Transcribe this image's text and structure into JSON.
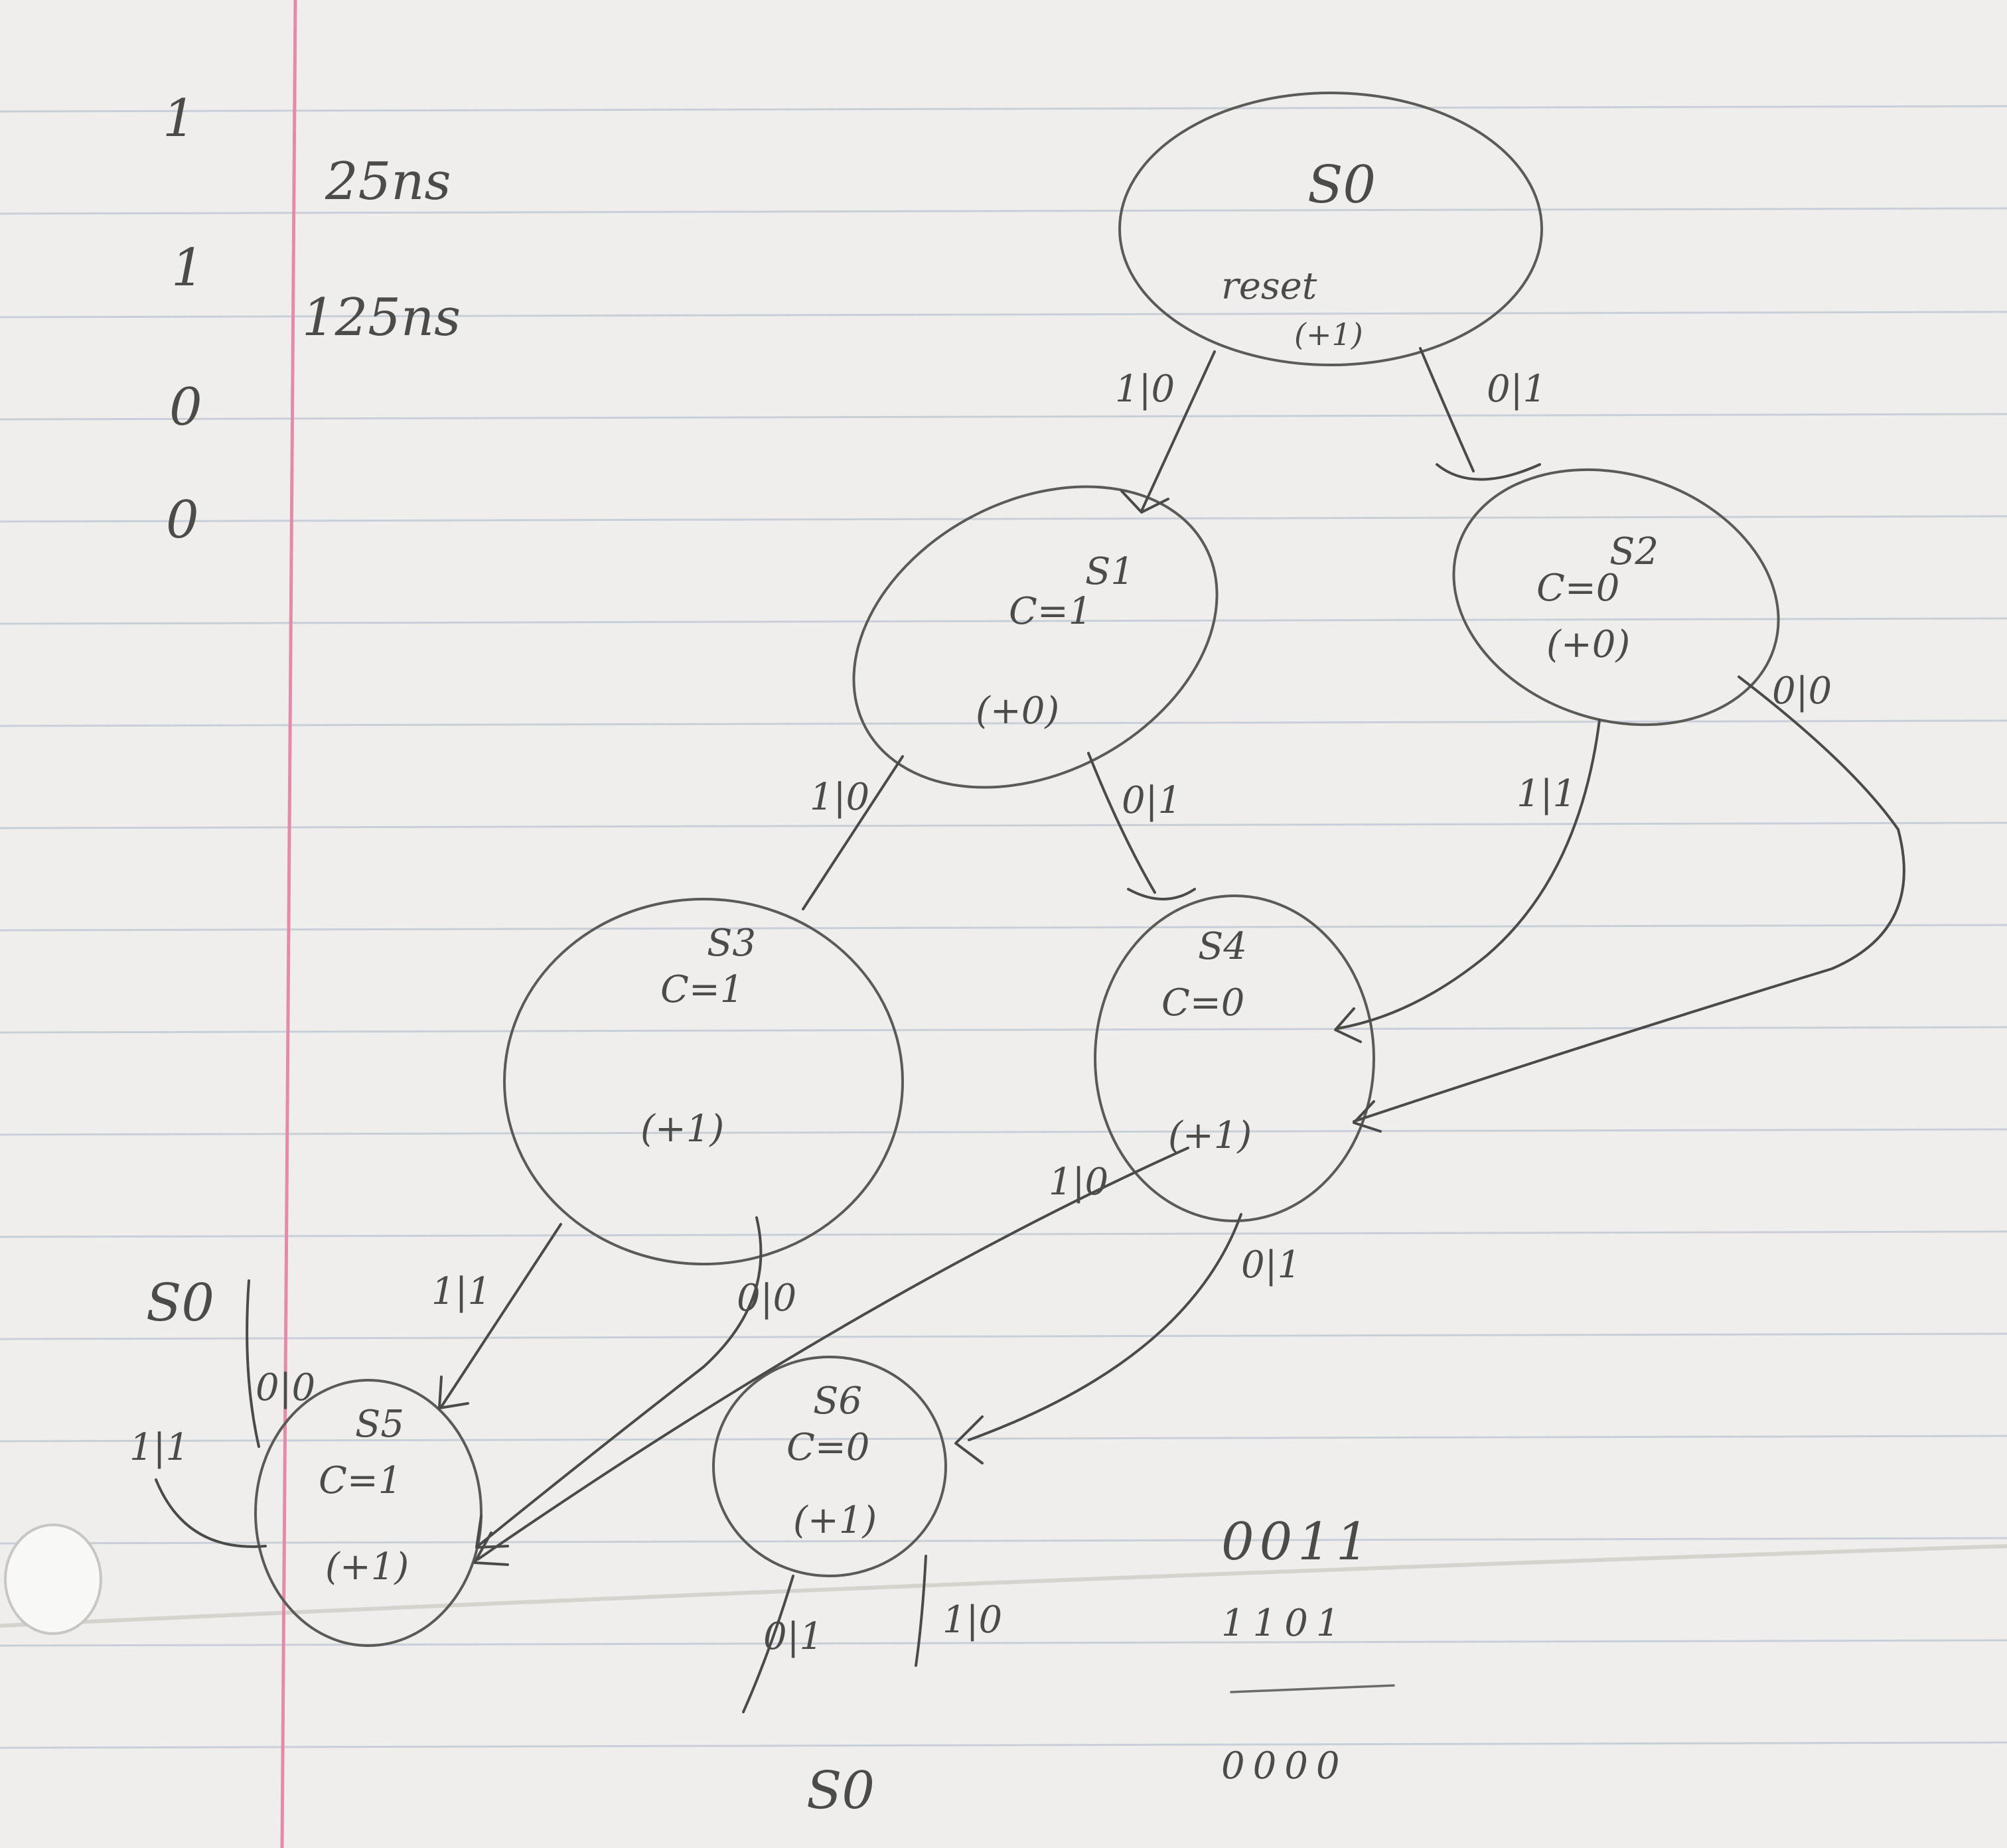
{
  "margin_notes": {
    "bits": [
      "1",
      "1",
      "0",
      "0"
    ],
    "times": [
      "25ns",
      "125ns"
    ]
  },
  "states": [
    {
      "id": "s0",
      "name": "S0",
      "lines": [
        "reset",
        "(+1)"
      ]
    },
    {
      "id": "s1",
      "name": "S1",
      "lines": [
        "C=1",
        "(+0)"
      ]
    },
    {
      "id": "s2",
      "name": "S2",
      "lines": [
        "C=0",
        "(+0)"
      ]
    },
    {
      "id": "s3",
      "name": "S3",
      "lines": [
        "C=1",
        "(+1)"
      ]
    },
    {
      "id": "s4",
      "name": "S4",
      "lines": [
        "C=0",
        "(+1)"
      ]
    },
    {
      "id": "s5",
      "name": "S5",
      "lines": [
        "C=1",
        "(+1)"
      ]
    },
    {
      "id": "s6",
      "name": "S6",
      "lines": [
        "C=0",
        "(+1)"
      ]
    }
  ],
  "transitions": [
    {
      "from": "s0",
      "to": "s1",
      "label": "1|0"
    },
    {
      "from": "s0",
      "to": "s2",
      "label": "0|1"
    },
    {
      "from": "s1",
      "to": "s3",
      "label": "1|0"
    },
    {
      "from": "s1",
      "to": "s4",
      "label": "0|1"
    },
    {
      "from": "s2",
      "to": "s4",
      "label": "1|1"
    },
    {
      "from": "s2",
      "to": "s4",
      "label": "0|0"
    },
    {
      "from": "s3",
      "to": "s5",
      "label": "1|1"
    },
    {
      "from": "s3",
      "to": "s5",
      "label": "0|0"
    },
    {
      "from": "s4",
      "to": "s5",
      "label": "1|0"
    },
    {
      "from": "s4",
      "to": "s6",
      "label": "0|1"
    },
    {
      "from": "s5",
      "to": "s0",
      "label": "0|0"
    },
    {
      "from": "s5",
      "to": "s5",
      "label": "1|1"
    },
    {
      "from": "s6",
      "to": "s0",
      "label": "0|1"
    },
    {
      "from": "s6",
      "to": "s0",
      "label": "1|0"
    }
  ],
  "external_targets": {
    "s5_exit": "S0",
    "s6_exit": "S0"
  },
  "arithmetic": {
    "operand_a": "0011",
    "operand_b": "1101",
    "result": "0000"
  },
  "colors": {
    "paper": "#efeeec",
    "rule_line": "#c9cfd8",
    "margin_line": "#e58aa8",
    "pencil": "#4a4a48"
  }
}
